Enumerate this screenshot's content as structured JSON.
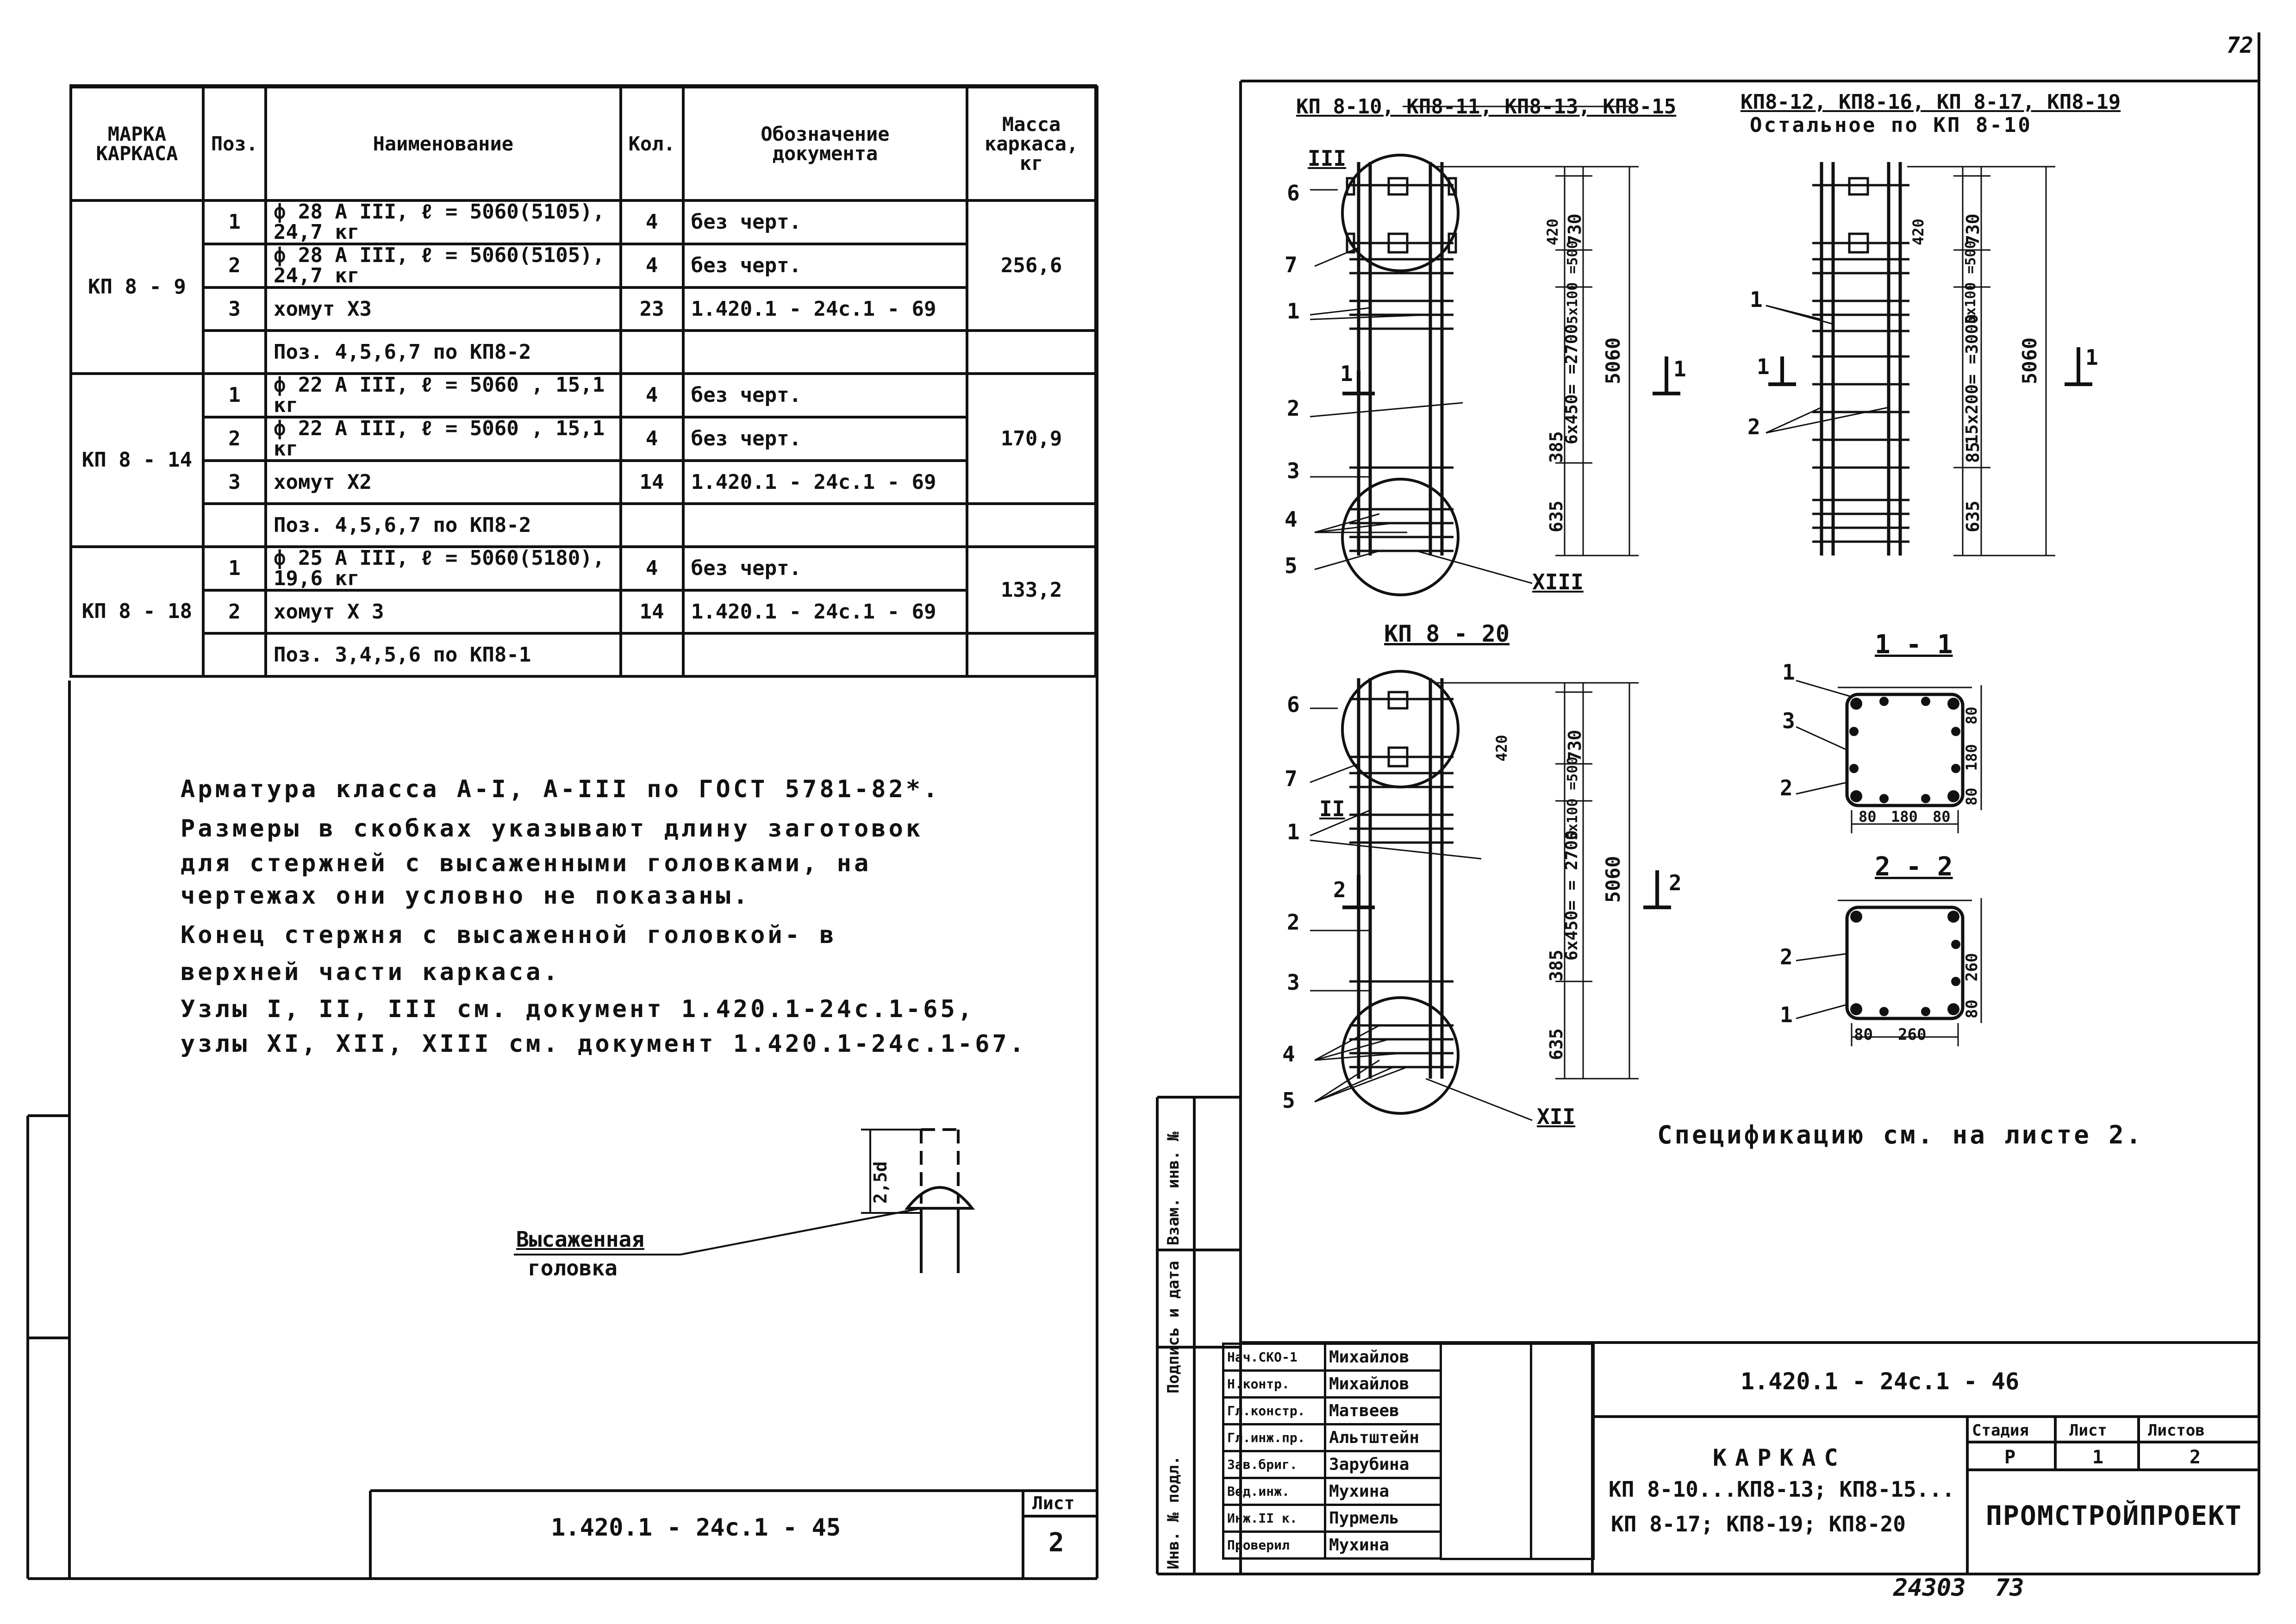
{
  "page_number": "72",
  "left_sheet": {
    "spec_table": {
      "headers": {
        "marka": [
          "МАРКА",
          "КАРКАСА"
        ],
        "pos": "Поз.",
        "name": "Наименование",
        "qty": "Кол.",
        "doc": [
          "Обозначение",
          "документа"
        ],
        "mass": [
          "Масса",
          "каркаса,",
          "кг"
        ]
      },
      "groups": [
        {
          "marka": "КП 8 - 9",
          "mass": "256,6",
          "rows": [
            {
              "pos": "1",
              "name": "ф 28 А III,  ℓ = 5060(5105), 24,7 кг",
              "qty": "4",
              "doc": "без  черт."
            },
            {
              "pos": "2",
              "name": "ф 28 А III,  ℓ = 5060(5105), 24,7 кг",
              "qty": "4",
              "doc": "без  черт."
            },
            {
              "pos": "3",
              "name": "хомут Х3",
              "qty": "23",
              "doc": "1.420.1 - 24с.1 - 69"
            },
            {
              "pos": "",
              "name": "Поз. 4,5,6,7 по КП8-2",
              "qty": "",
              "doc": ""
            }
          ]
        },
        {
          "marka": "КП 8 - 14",
          "mass": "170,9",
          "rows": [
            {
              "pos": "1",
              "name": "ф 22 А III,  ℓ = 5060 ,  15,1 кг",
              "qty": "4",
              "doc": "без  черт."
            },
            {
              "pos": "2",
              "name": "ф 22 А III,  ℓ = 5060 ,  15,1 кг",
              "qty": "4",
              "doc": "без  черт."
            },
            {
              "pos": "3",
              "name": "хомут Х2",
              "qty": "14",
              "doc": "1.420.1 - 24с.1 - 69"
            },
            {
              "pos": "",
              "name": "Поз. 4,5,6,7 по КП8-2",
              "qty": "",
              "doc": ""
            }
          ]
        },
        {
          "marka": "КП 8 - 18",
          "mass": "133,2",
          "rows": [
            {
              "pos": "1",
              "name": "ф 25 А III, ℓ = 5060(5180), 19,6 кг",
              "qty": "4",
              "doc": "без  черт."
            },
            {
              "pos": "2",
              "name": "хомут Х 3",
              "qty": "14",
              "doc": "1.420.1 - 24с.1 - 69"
            },
            {
              "pos": "",
              "name": "Поз. 3,4,5,6 по КП8-1",
              "qty": "",
              "doc": ""
            }
          ]
        }
      ]
    },
    "notes": [
      "Арматура класса А-I, А-III по ГОСТ 5781-82*.",
      "Размеры в скобках указывают длину заготовок",
      "для стержней с высаженными головками, на",
      "чертежах они условно не показаны.",
      "Конец стержня с высаженной головкой- в",
      "верхней части каркаса.",
      "Узлы I, II, III см. документ 1.420.1-24с.1-65,",
      "узлы XI, XII, XIII см. документ 1.420.1-24с.1-67."
    ],
    "head_detail": {
      "label_line1": "Высаженная",
      "label_line2": "головка",
      "dim": "2,5d"
    },
    "stamp": {
      "code": "1.420.1 - 24с.1 - 45",
      "sheet_label": "Лист",
      "sheet_no": "2"
    }
  },
  "right_sheet": {
    "views": {
      "a": {
        "title": "КП 8-10, КП8-11, КП8-13, КП8-15"
      },
      "b": {
        "title": "КП8-12, КП8-16, КП 8-17, КП8-19",
        "subtitle": "Остальное  по  КП 8-10"
      },
      "c": {
        "title": "КП 8 - 20"
      }
    },
    "dims": {
      "a": {
        "d1": "730",
        "d2": "420",
        "d3": "5x100 =500",
        "d4": "6x450= =2700",
        "d5": "385",
        "d6": "635",
        "total": "5060"
      },
      "b": {
        "d1": "730",
        "d2": "420",
        "d3": "5x100 =500",
        "d4": "15x200= =3000",
        "d5": "85",
        "d6": "635",
        "total": "5060"
      },
      "c": {
        "d1": "730",
        "d2": "420",
        "d3": "5x100 =500",
        "d4": "6x450= = 2700",
        "d5": "385",
        "d6": "635",
        "total": "5060"
      }
    },
    "callouts": {
      "a": [
        "III",
        "6",
        "7",
        "1",
        "2",
        "3",
        "4",
        "5",
        "XIII",
        "1",
        "1"
      ],
      "b": [
        "1",
        "2",
        "1",
        "1"
      ],
      "c": [
        "6",
        "7",
        "II",
        "1",
        "2",
        "3",
        "4",
        "5",
        "XII",
        "2",
        "2"
      ]
    },
    "sections": {
      "s1": {
        "title": "1 - 1",
        "labels": [
          "1",
          "3",
          "2"
        ],
        "dims_bottom": [
          "80",
          "180",
          "80"
        ],
        "dims_side": [
          "80",
          "180",
          "80"
        ]
      },
      "s2": {
        "title": "2 - 2",
        "labels": [
          "2",
          "1"
        ],
        "dims_bottom": [
          "80",
          "260"
        ],
        "dims_side": [
          "260",
          "80"
        ]
      }
    },
    "spec_note": "Спецификацию см. на листе 2.",
    "side_strip": [
      "Инв. № подл.",
      "Подпись и дата",
      "Взам. инв. №"
    ],
    "title_block": {
      "roles": [
        "Нач.СКО-1",
        "Н.контр.",
        "Гл.констр.",
        "Гл.инж.пр.",
        "Зав.бриг.",
        "Вед.инж.",
        "Инж.II к.",
        "Проверил"
      ],
      "names": [
        "Михайлов",
        "Михайлов",
        "Матвеев",
        "Альтштейн",
        "Зарубина",
        "Мухина",
        "Пурмель",
        "Мухина"
      ],
      "code": "1.420.1 - 24с.1 - 46",
      "title": "КАРКАС",
      "subtitle1": "КП 8-10...КП8-13; КП8-15...",
      "subtitle2": "КП 8-17; КП8-19; КП8-20",
      "stage_label": "Стадия",
      "sheet_label": "Лист",
      "sheets_label": "Листов",
      "stage": "Р",
      "sheet": "1",
      "sheets": "2",
      "org": "ПРОМСТРОЙПРОЕКТ"
    },
    "footer": {
      "archive": "24303",
      "page": "73"
    }
  }
}
